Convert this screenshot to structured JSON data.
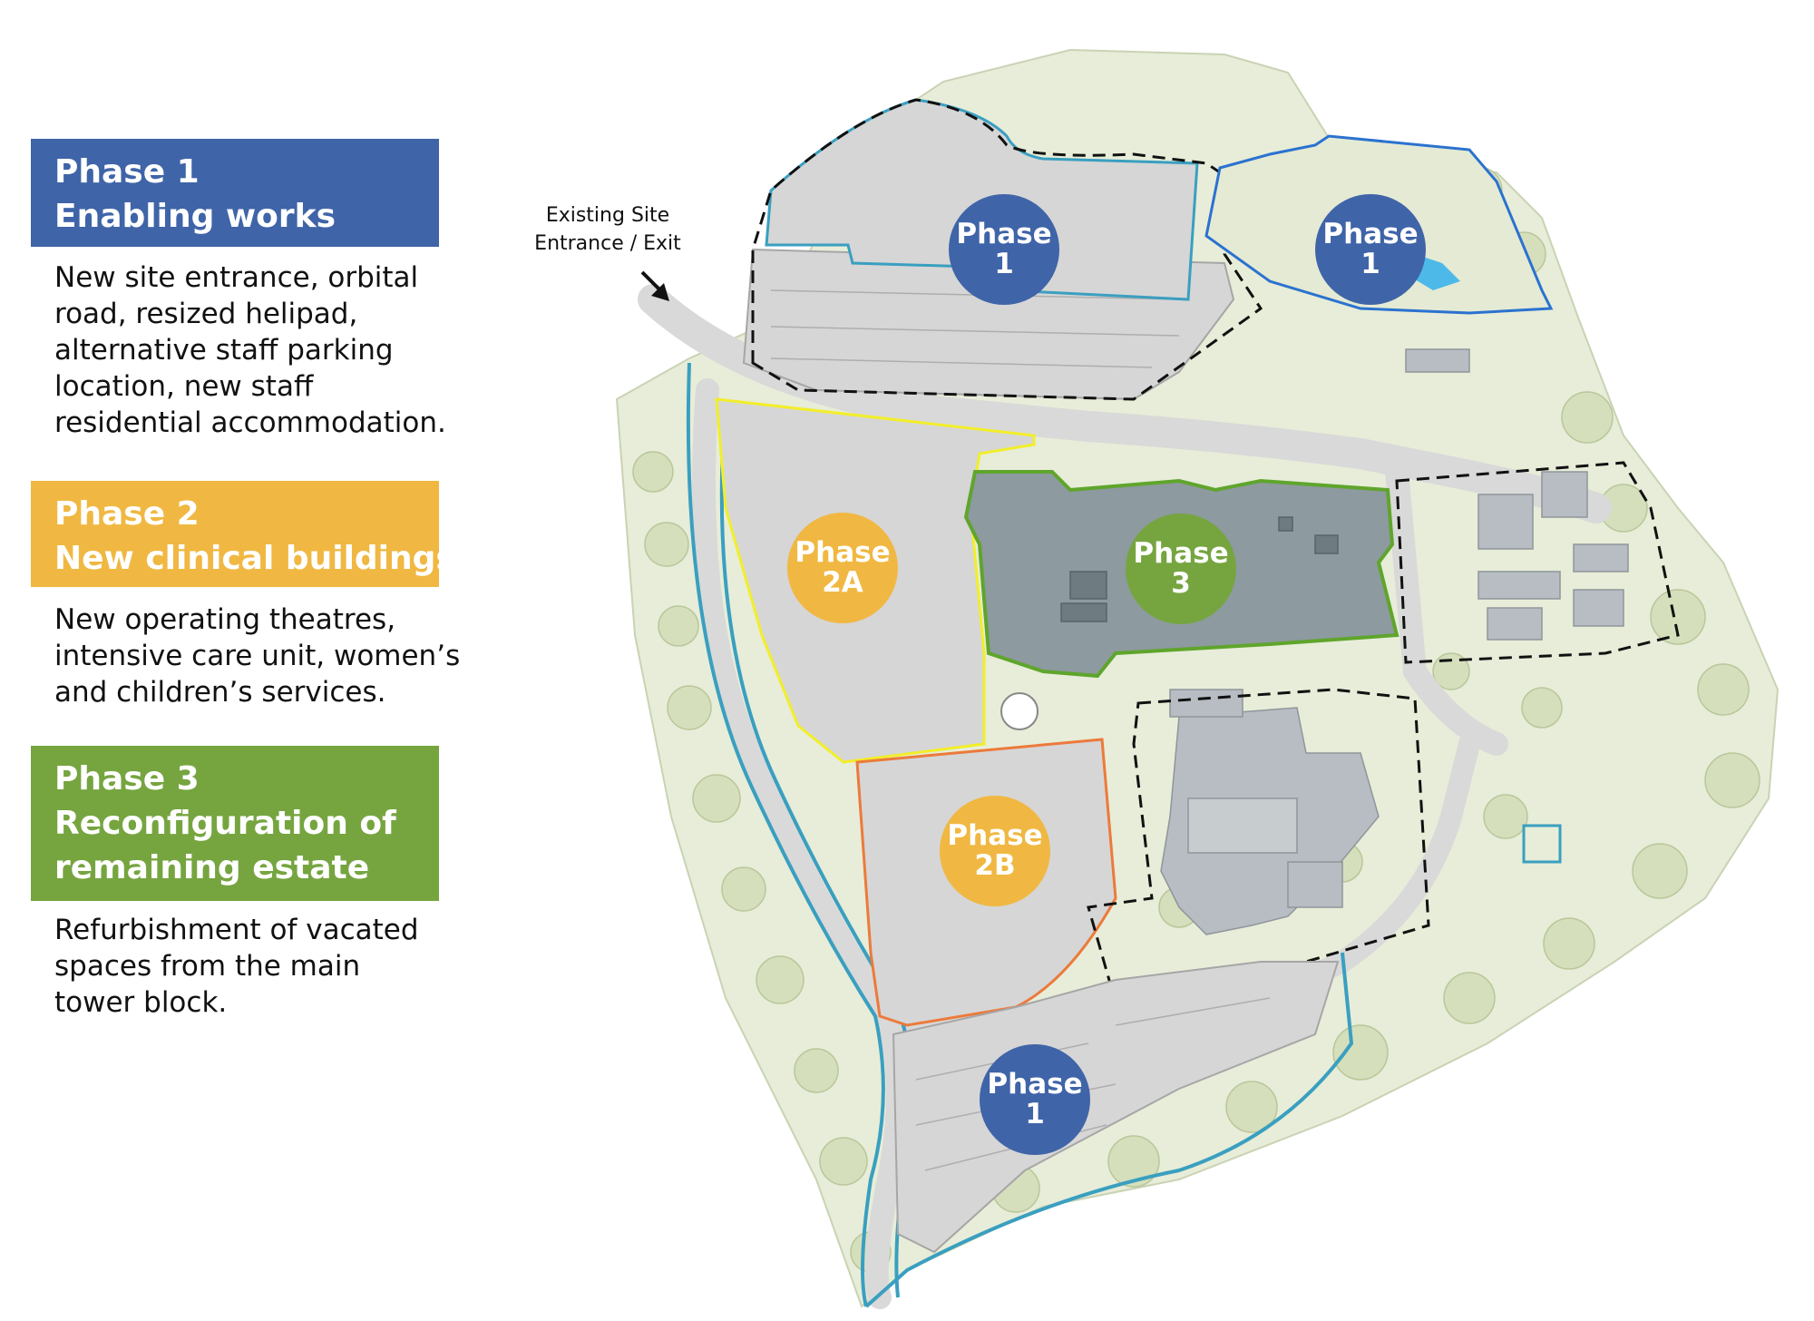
{
  "colors": {
    "phase1": "#3F64A8",
    "phase2": "#F0B842",
    "phase3": "#76A540",
    "phase2a_outline": "#F2EE2A",
    "phase2b_outline": "#EC7A3B",
    "phase3_outline": "#5FA52C",
    "phase1_outline": "#3A9FC0",
    "grass": "#E7EDD8",
    "road": "#D9D9D9",
    "building": "#B7BDC2",
    "clinical_building": "#8D9A9F"
  },
  "legend": [
    {
      "title_lines": [
        "Phase 1",
        "Enabling works"
      ],
      "desc_lines": [
        "New site entrance, orbital",
        "road, resized helipad,",
        "alternative staff parking",
        "location, new staff",
        "residential accommodation."
      ]
    },
    {
      "title_lines": [
        "Phase 2",
        "New clinical buildings"
      ],
      "desc_lines": [
        "New operating theatres,",
        "intensive care unit, women’s",
        "and children’s services."
      ]
    },
    {
      "title_lines": [
        "Phase 3",
        "Reconfiguration of",
        "remaining estate"
      ],
      "desc_lines": [
        "Refurbishment of vacated",
        "spaces from the main",
        "tower block."
      ]
    }
  ],
  "map": {
    "entrance_annotation": [
      "Existing Site",
      "Entrance / Exit"
    ],
    "entrance_arrow_icon": "arrow-down-right-icon",
    "zones": [
      {
        "id": "phase-1-north",
        "lines": [
          "Phase",
          "1"
        ],
        "phase": 1
      },
      {
        "id": "phase-1-northeast",
        "lines": [
          "Phase",
          "1"
        ],
        "phase": 1
      },
      {
        "id": "phase-2a",
        "lines": [
          "Phase",
          "2A"
        ],
        "phase": 2
      },
      {
        "id": "phase-3",
        "lines": [
          "Phase",
          "3"
        ],
        "phase": 3
      },
      {
        "id": "phase-2b",
        "lines": [
          "Phase",
          "2B"
        ],
        "phase": 2
      },
      {
        "id": "phase-1-south",
        "lines": [
          "Phase",
          "1"
        ],
        "phase": 1
      }
    ]
  }
}
